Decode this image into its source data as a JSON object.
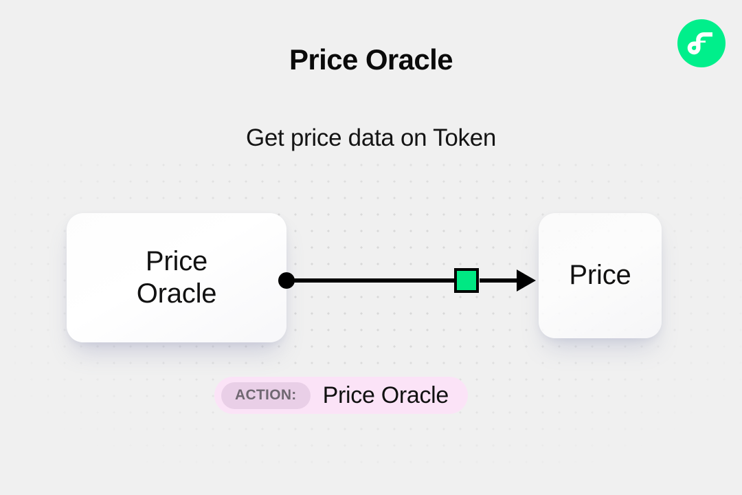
{
  "header": {
    "title": "Price Oracle",
    "subtitle": "Get price data on Token",
    "logo_name": "flow-logo",
    "logo_color": "#00ef8b"
  },
  "diagram": {
    "source_node": {
      "label": "Price\nOracle",
      "handle_name": "edge-handle-start"
    },
    "target_node": {
      "label": "Price"
    },
    "edge": {
      "marker_color": "#00e883",
      "line_color": "#000000",
      "direction": "source-to-target"
    }
  },
  "action_badge": {
    "kind": "ACTION:",
    "value": "Price Oracle",
    "background": "#fbe3f7",
    "kind_background": "#e9cfe7",
    "kind_text_color": "#6f6771"
  },
  "canvas": {
    "background": "#f0f0f0",
    "dot_color": "#d8d8d8"
  }
}
